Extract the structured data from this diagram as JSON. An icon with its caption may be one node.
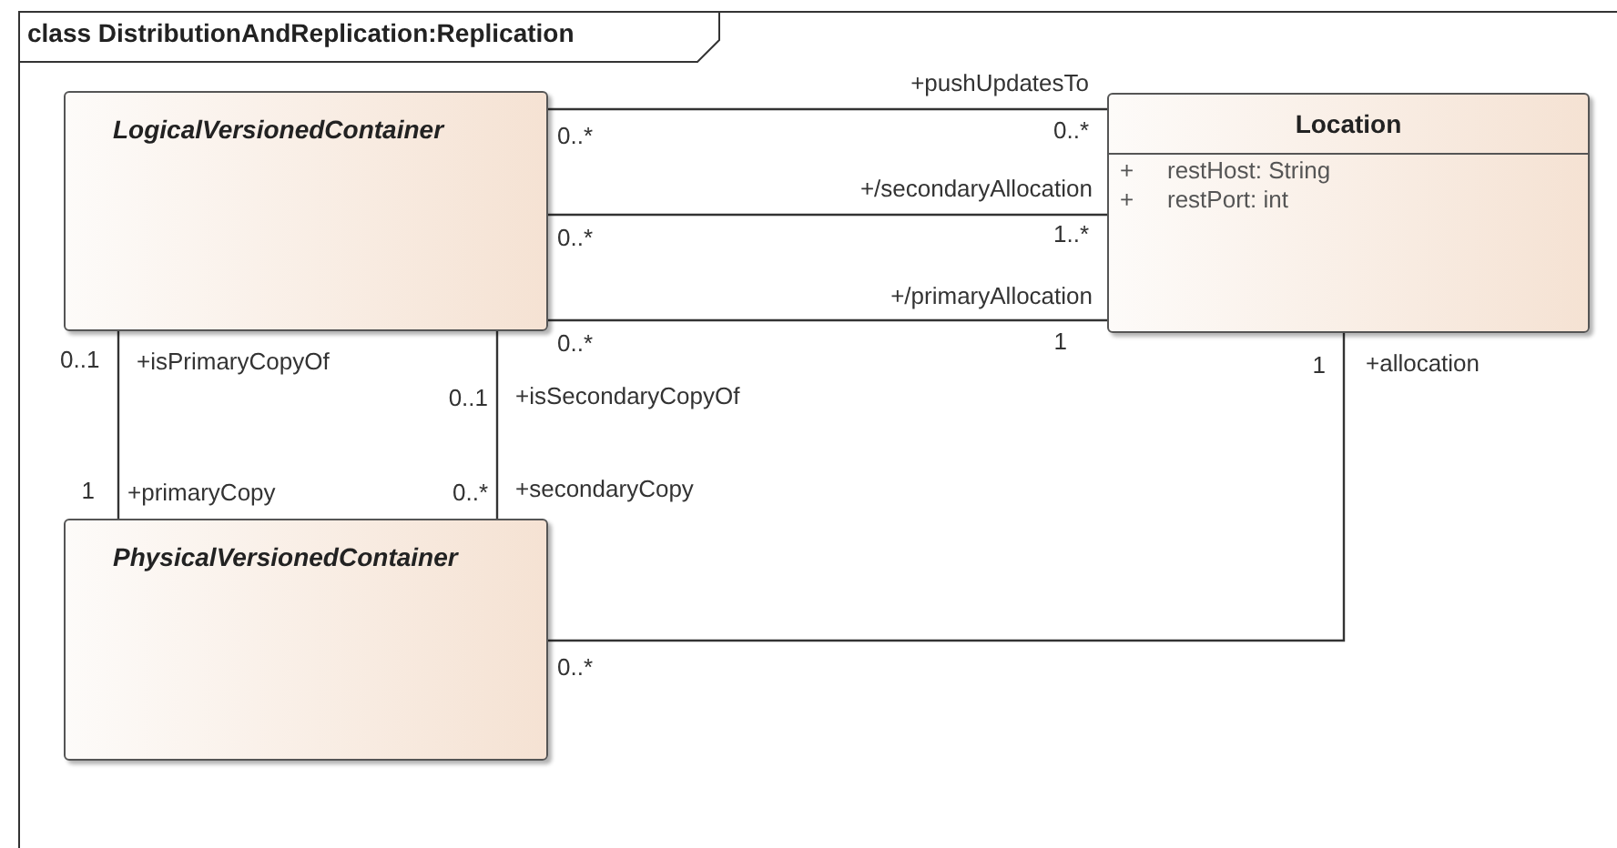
{
  "diagram": {
    "title": "class DistributionAndReplication:Replication",
    "nodes": [
      {
        "text": [
          "LogicalVersionedContainer"
        ]
      },
      {
        "text": [
          "Location",
          "+",
          "restHost: String",
          "+",
          "restPort: int"
        ]
      },
      {
        "text": [
          "PhysicalVersionedContainer"
        ]
      }
    ],
    "edges": [
      {
        "from": 0,
        "to": 1,
        "arrow": "none"
      },
      {
        "from": 0,
        "to": 1,
        "arrow": "none"
      },
      {
        "from": 0,
        "to": 1,
        "arrow": "none"
      },
      {
        "from": 0,
        "to": 2,
        "arrow": "none"
      },
      {
        "from": 0,
        "to": 2,
        "arrow": "none"
      },
      {
        "from": 2,
        "to": 1,
        "arrow": "none"
      }
    ],
    "labels": [
      "+pushUpdatesTo",
      "0..*",
      "0..*",
      "+/secondaryAllocation",
      "0..*",
      "1..*",
      "+/primaryAllocation",
      "0..*",
      "1",
      "0..1",
      "+isPrimaryCopyOf",
      "1",
      "+allocation",
      "0..1",
      "+isSecondaryCopyOf",
      "1",
      "+primaryCopy",
      "0..*",
      "+secondaryCopy",
      "0..*"
    ]
  }
}
